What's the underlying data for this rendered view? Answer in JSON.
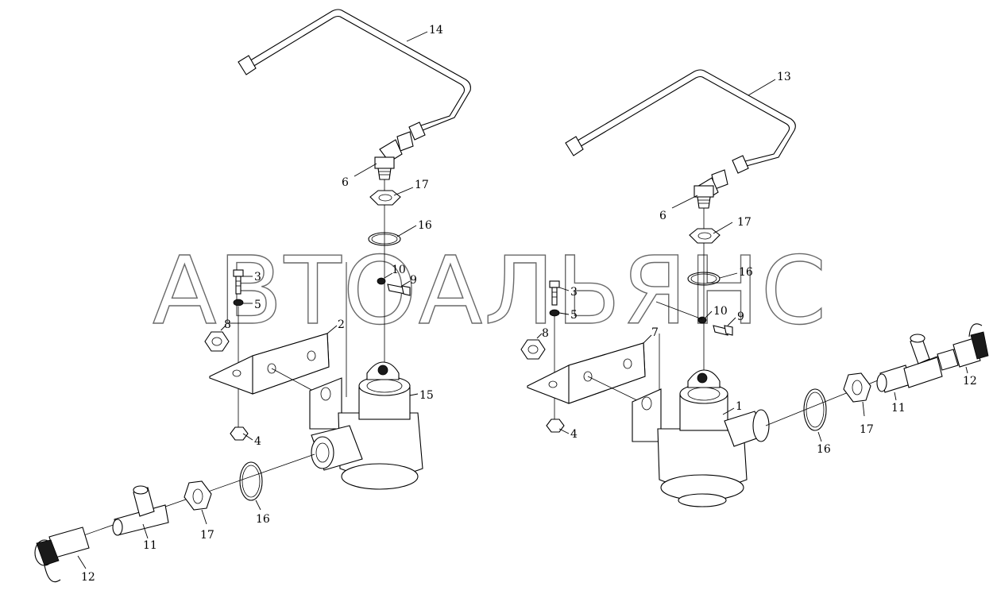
{
  "watermark": "АВТОАЛЬЯНС",
  "colors": {
    "line": "#000000",
    "watermark_stroke": "#6a6a6a",
    "background": "#ffffff"
  },
  "left_callouts": {
    "c14": "14",
    "c6": "6",
    "c17a": "17",
    "c16a": "16",
    "c10": "10",
    "c9": "9",
    "c3": "3",
    "c5": "5",
    "c8": "8",
    "c2": "2",
    "c15": "15",
    "c4": "4",
    "c16b": "16",
    "c17b": "17",
    "c11": "11",
    "c12": "12"
  },
  "right_callouts": {
    "c13": "13",
    "c6": "6",
    "c17a": "17",
    "c16a": "16",
    "c10": "10",
    "c9": "9",
    "c3": "3",
    "c5": "5",
    "c8": "8",
    "c7": "7",
    "c1": "1",
    "c4": "4",
    "c16b": "16",
    "c17b": "17",
    "c11": "11",
    "c12": "12"
  }
}
